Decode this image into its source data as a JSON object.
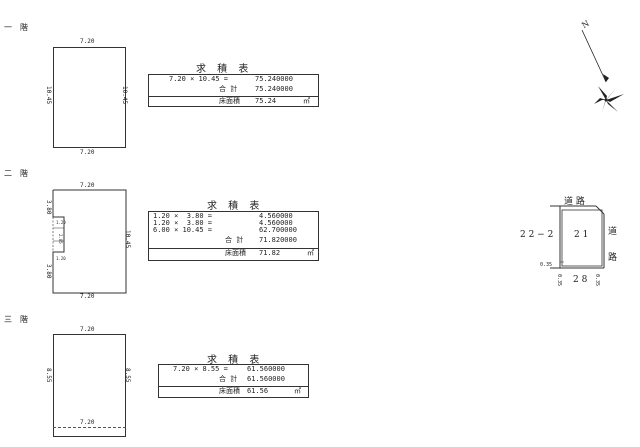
{
  "floors": [
    {
      "label": "一　階",
      "dims": {
        "top": "7.20",
        "bottom": "7.20",
        "left": "10.45",
        "right": "10.45"
      },
      "table": {
        "title": "求 積 表",
        "rows": [
          "7.20 × 10.45 =",
          "75.240000"
        ],
        "total_label": "合 計",
        "total_value": "75.240000",
        "area_label": "床面積",
        "area_value": "75.24",
        "unit": "㎡"
      }
    },
    {
      "label": "二　階",
      "dims": {
        "top": "7.20",
        "bottom": "7.20",
        "left_top": "3.80",
        "left_bottom": "3.80",
        "right": "10.45",
        "inner_top": "1.20",
        "inner_mid": "2.85",
        "inner_bottom": "1.20"
      },
      "table": {
        "title": "求 積 表",
        "rows": [
          [
            "1.20 ×  3.80 =",
            "4.560000"
          ],
          [
            "1.20 ×  3.80 =",
            "4.560000"
          ],
          [
            "6.00 × 10.45 =",
            "62.700000"
          ]
        ],
        "total_label": "合 計",
        "total_value": "71.820000",
        "area_label": "床面積",
        "area_value": "71.82",
        "unit": "㎡"
      }
    },
    {
      "label": "三　階",
      "dims": {
        "top": "7.20",
        "bottom": "7.20",
        "left": "8.55",
        "right": "8.55"
      },
      "table": {
        "title": "求 積 表",
        "rows": [
          "7.20 × 8.55 =",
          "61.560000"
        ],
        "total_label": "合 計",
        "total_value": "61.560000",
        "area_label": "床面積",
        "area_value": "61.56",
        "unit": "㎡"
      }
    }
  ],
  "compass": {
    "north": "N"
  },
  "site": {
    "road_top": "道 路",
    "road_right_1": "道",
    "road_right_2": "路",
    "lot_left": "2 2 − 2",
    "lot_main": "2 1",
    "lot_bottom": "2 8",
    "offset_left": "0.35",
    "offset_bottom_left": "0.35",
    "offset_bottom_right": "0.35"
  }
}
